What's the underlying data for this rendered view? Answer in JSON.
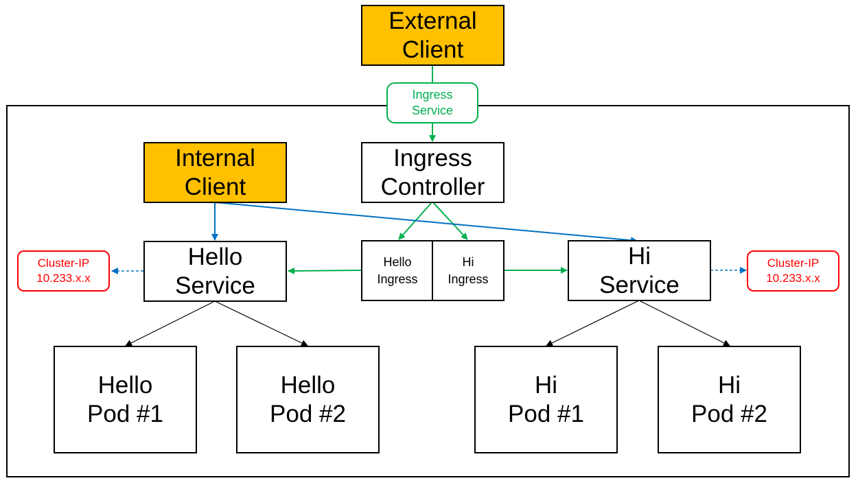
{
  "external_client": {
    "line1": "External",
    "line2": "Client"
  },
  "ingress_service": {
    "line1": "Ingress",
    "line2": "Service"
  },
  "internal_client": {
    "line1": "Internal",
    "line2": "Client"
  },
  "ingress_controller": {
    "line1": "Ingress",
    "line2": "Controller"
  },
  "hello_ingress": {
    "line1": "Hello",
    "line2": "Ingress"
  },
  "hi_ingress": {
    "line1": "Hi",
    "line2": "Ingress"
  },
  "hello_service": {
    "line1": "Hello",
    "line2": "Service"
  },
  "hi_service": {
    "line1": "Hi",
    "line2": "Service"
  },
  "cluster_ip_left": {
    "line1": "Cluster-IP",
    "line2": "10.233.x.x"
  },
  "cluster_ip_right": {
    "line1": "Cluster-IP",
    "line2": "10.233.x.x"
  },
  "pods": [
    {
      "line1": "Hello",
      "line2": "Pod #1"
    },
    {
      "line1": "Hello",
      "line2": "Pod #2"
    },
    {
      "line1": "Hi",
      "line2": "Pod #1"
    },
    {
      "line1": "Hi",
      "line2": "Pod #2"
    }
  ],
  "colors": {
    "client_fill": "#ffc000",
    "ingress_arrow": "#00b050",
    "internal_arrow": "#0070c0",
    "cluster_ip": "#ff0000",
    "pod_arrow": "#000000"
  }
}
